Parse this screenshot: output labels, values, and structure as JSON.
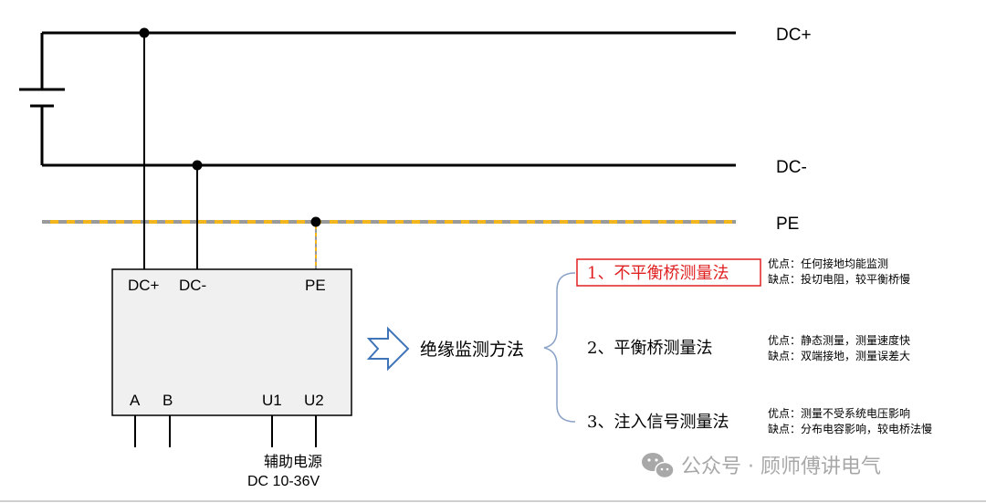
{
  "buses": {
    "dc_plus": "DC+",
    "dc_minus": "DC-",
    "pe": "PE"
  },
  "device": {
    "terminal_dc_plus": "DC+",
    "terminal_dc_minus": "DC-",
    "terminal_pe": "PE",
    "terminal_a": "A",
    "terminal_b": "B",
    "terminal_u1": "U1",
    "terminal_u2": "U2"
  },
  "aux_power": {
    "label": "辅助电源",
    "spec": "DC 10-36V"
  },
  "methods_title": "绝缘监测方法",
  "methods": [
    {
      "name": "1、不平衡桥测量法",
      "pro": "优点：任何接地均能监测",
      "con": "缺点：投切电阻，较平衡桥慢",
      "highlighted": true
    },
    {
      "name": "2、平衡桥测量法",
      "pro": "优点：静态测量，测量速度快",
      "con": "缺点：双端接地，测量误差大",
      "highlighted": false
    },
    {
      "name": "3、注入信号测量法",
      "pro": "优点：测量不受系统电压影响",
      "con": "缺点：分布电容影响，较电桥法慢",
      "highlighted": false
    }
  ],
  "watermark": "公众号 · 顾师傅讲电气",
  "colors": {
    "line": "#000000",
    "pe_line": "#f2b61c",
    "pe_dash": "#9a9a9a",
    "highlight_text": "#e02020",
    "highlight_border": "#e02020",
    "arrow": "#3f74b8",
    "brace": "#8aa2c6",
    "device_fill": "#f0f0f0",
    "watermark": "#a8a8a8"
  }
}
